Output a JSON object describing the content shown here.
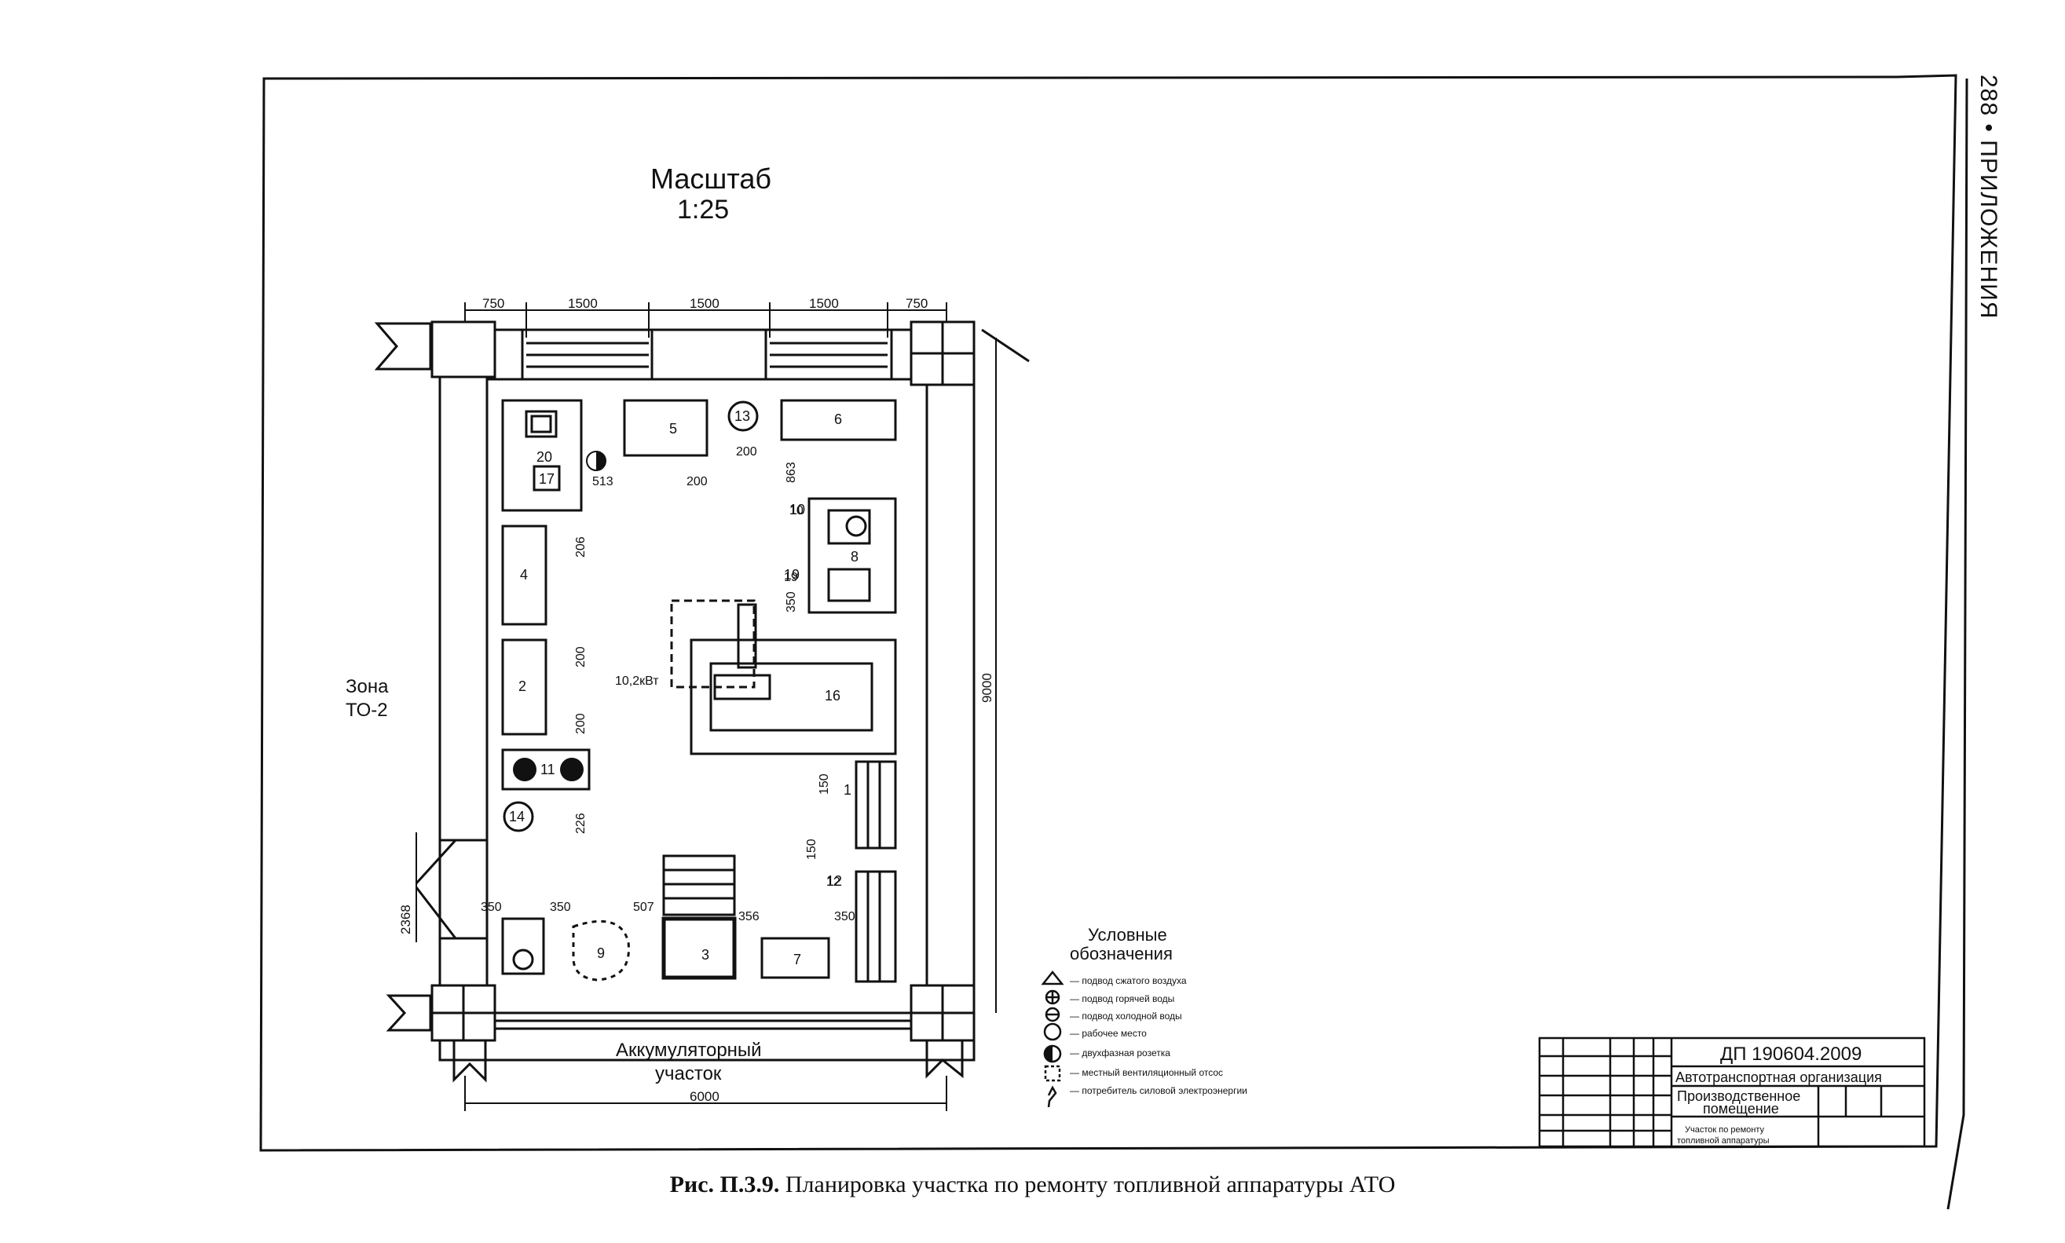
{
  "header": {
    "page_number": "288",
    "bullet": "•",
    "section": "ПРИЛОЖЕНИЯ"
  },
  "scale": {
    "line1": "Масштаб",
    "line2": "1:25"
  },
  "zones": {
    "left_line1": "Зона",
    "left_line2": "ТО-2",
    "bottom_line1": "Аккумуляторный",
    "bottom_line2": "участок"
  },
  "dimensions": {
    "top": [
      "750",
      "1500",
      "1500",
      "1500",
      "750"
    ],
    "right_total": "9000",
    "bottom_total": "6000",
    "left_lower": "2368",
    "inner": [
      "513",
      "200",
      "200",
      "863",
      "10",
      "206",
      "19",
      "350",
      "200",
      "200",
      "226",
      "150",
      "150",
      "12",
      "350",
      "350",
      "507",
      "356",
      "350"
    ],
    "power": "10,2кВт"
  },
  "equipment": [
    "1",
    "2",
    "3",
    "4",
    "5",
    "6",
    "7",
    "8",
    "9",
    "10",
    "11",
    "12",
    "13",
    "14",
    "16",
    "17",
    "19",
    "20"
  ],
  "legend": {
    "title_line1": "Условные",
    "title_line2": "обозначения",
    "items": [
      "— подвод сжатого воздуха",
      "— подвод горячей воды",
      "— подвод холодной воды",
      "— рабочее место",
      "— двухфазная розетка",
      "— местный вентиляционный отсос",
      "— потребитель силовой электроэнергии"
    ]
  },
  "title_block": {
    "code": "ДП 190604.2009",
    "org": "Автотранспортная организация",
    "name_line1": "Производственное",
    "name_line2": "помещение",
    "desc_line1": "Участок по ремонту",
    "desc_line2": "топливной аппаратуры"
  },
  "caption": {
    "label": "Рис. П.3.9.",
    "text": "Планировка участка по ремонту топливной аппаратуры АТО"
  }
}
